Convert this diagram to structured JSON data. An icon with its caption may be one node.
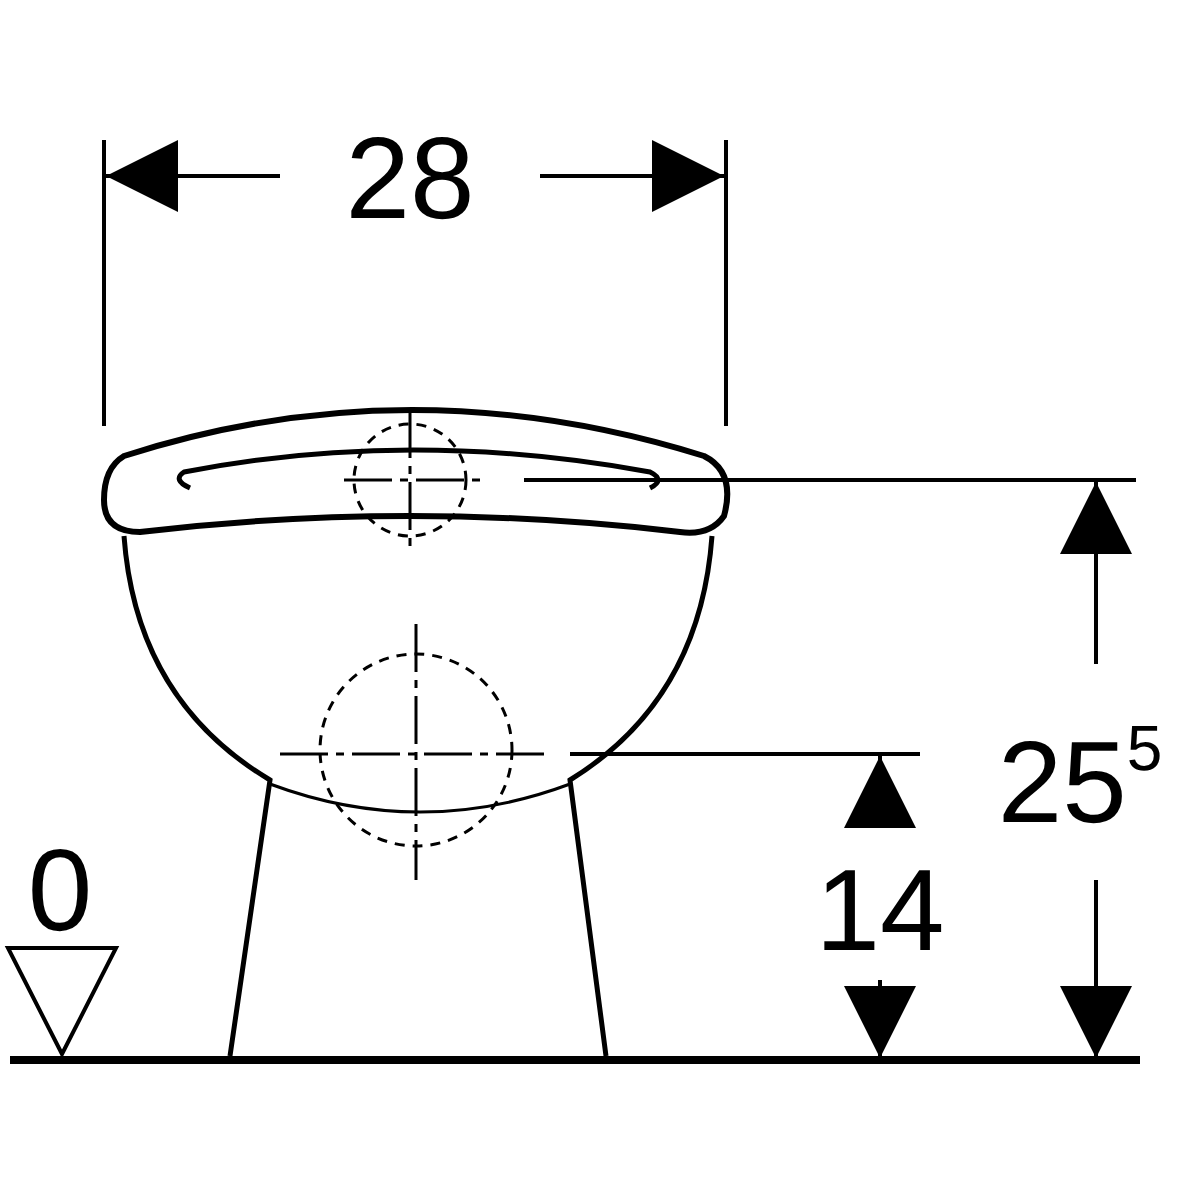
{
  "diagram": {
    "labels": [
      "28",
      "25$^{5}$",
      "14",
      "0"
    ]
  }
}
